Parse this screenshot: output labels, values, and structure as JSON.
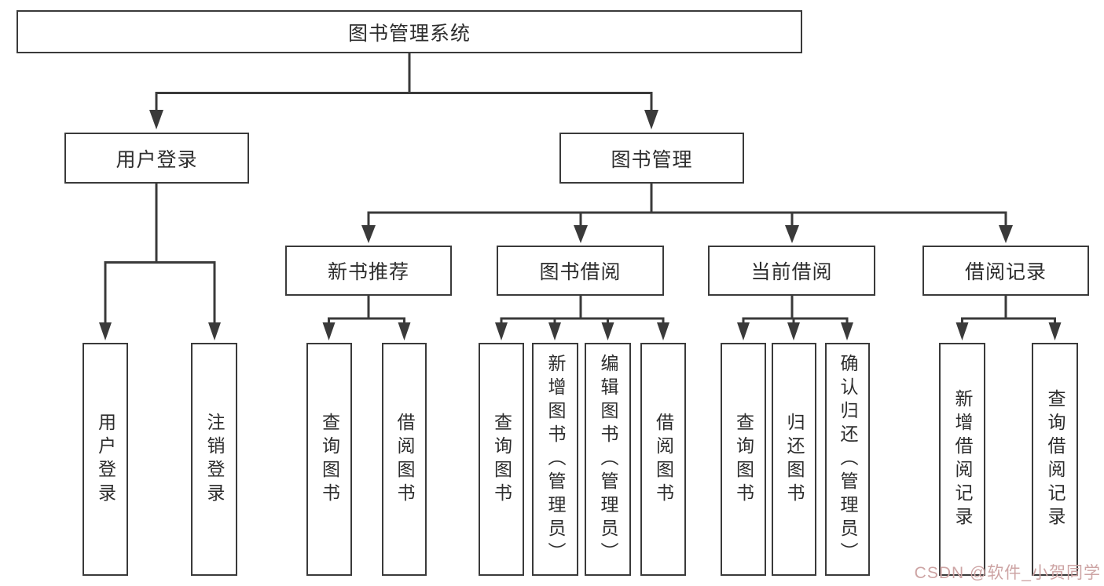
{
  "nodes": {
    "root": {
      "label": "图书管理系统"
    },
    "user_login": {
      "label": "用户登录"
    },
    "book_mgmt": {
      "label": "图书管理"
    },
    "new_book_rec": {
      "label": "新书推荐"
    },
    "book_borrow": {
      "label": "图书借阅"
    },
    "current_borrow": {
      "label": "当前借阅"
    },
    "borrow_record": {
      "label": "借阅记录"
    },
    "user_login_leaf": {
      "label": "用户登录"
    },
    "logout_leaf": {
      "label": "注销登录"
    },
    "rec_query_book": {
      "label": "查询图书"
    },
    "rec_borrow_book": {
      "label": "借阅图书"
    },
    "bb_query_book": {
      "label": "查询图书"
    },
    "bb_add_book": {
      "label": "新增图书（管理员）"
    },
    "bb_edit_book": {
      "label": "编辑图书（管理员）"
    },
    "bb_borrow_book": {
      "label": "借阅图书"
    },
    "cb_query_book": {
      "label": "查询图书"
    },
    "cb_return_book": {
      "label": "归还图书"
    },
    "cb_confirm_return": {
      "label": "确认归还（管理员）"
    },
    "br_add_record": {
      "label": "新增借阅记录"
    },
    "br_query_record": {
      "label": "查询借阅记录"
    }
  },
  "watermark": {
    "text": "CSDN @软件_小贺同学"
  },
  "colors": {
    "line": "#3a3a3a",
    "node-border": "#3a3a3a",
    "node-bg": "#ffffff",
    "page-bg": "#ffffff",
    "text": "#2d2d2d",
    "watermark": "#cda4a4"
  }
}
